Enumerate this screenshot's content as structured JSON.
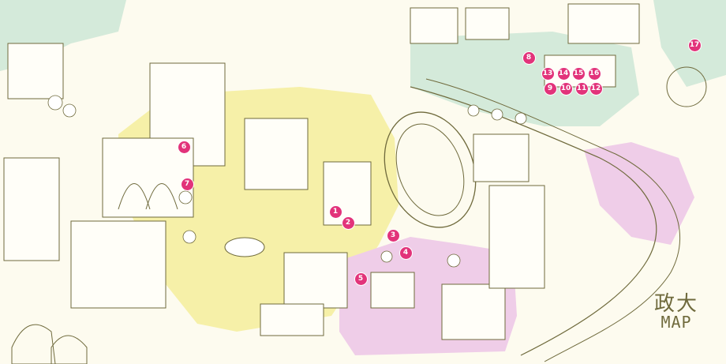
{
  "map": {
    "title_cn": "政大",
    "title_en": "MAP",
    "colors": {
      "ink": "#6f6a3c",
      "yellow_zone": "#f6f0a8",
      "pink_zone": "#efcde8",
      "green_zone": "#cfe8d7",
      "marker": "#e2337a",
      "paper": "#fdfbef"
    },
    "markers": [
      {
        "id": "1",
        "label": "1"
      },
      {
        "id": "2",
        "label": "2"
      },
      {
        "id": "3",
        "label": "3"
      },
      {
        "id": "4",
        "label": "4"
      },
      {
        "id": "5",
        "label": "5"
      },
      {
        "id": "6",
        "label": "6"
      },
      {
        "id": "7",
        "label": "7"
      },
      {
        "id": "8",
        "label": "8"
      },
      {
        "id": "9",
        "label": "9"
      },
      {
        "id": "10",
        "label": "10"
      },
      {
        "id": "11",
        "label": "11"
      },
      {
        "id": "12",
        "label": "12"
      },
      {
        "id": "13",
        "label": "13"
      },
      {
        "id": "14",
        "label": "14"
      },
      {
        "id": "15",
        "label": "15"
      },
      {
        "id": "16",
        "label": "16"
      },
      {
        "id": "17",
        "label": "17"
      }
    ]
  }
}
